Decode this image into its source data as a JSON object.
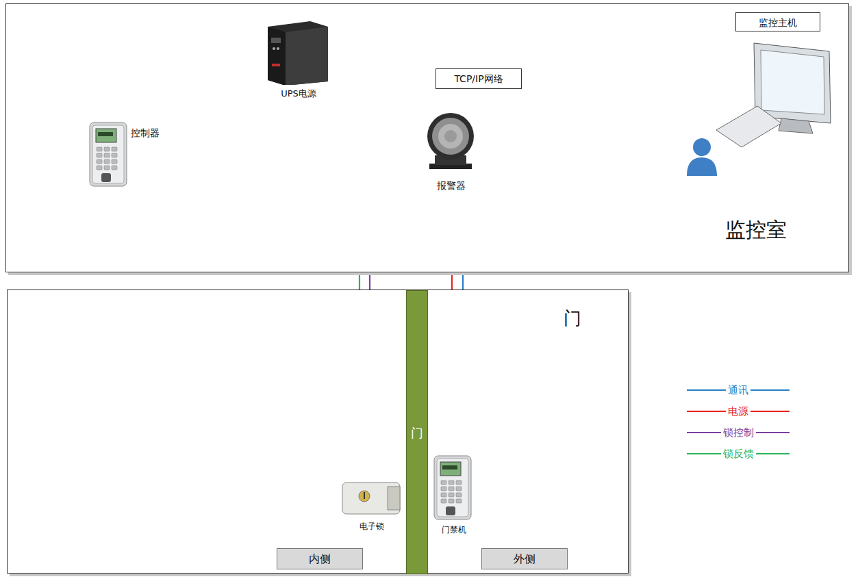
{
  "diagram": {
    "nodes": [
      {
        "text": [
          "监控室"
        ]
      },
      {
        "text": [
          "UPS电源"
        ],
        "in": 0
      },
      {
        "text": [
          "控制器"
        ],
        "in": 0
      },
      {
        "text": [
          "报警器"
        ],
        "in": 0
      },
      {
        "text": [
          "监控主机"
        ],
        "in": 0
      },
      {
        "text": [
          "门"
        ]
      },
      {
        "text": [
          "门"
        ],
        "in": 5
      },
      {
        "text": [
          "电子锁"
        ],
        "in": 5
      },
      {
        "text": [
          "门禁机"
        ],
        "in": 5
      },
      {
        "text": [
          "内侧"
        ],
        "in": 5
      },
      {
        "text": [
          "外侧"
        ],
        "in": 5
      }
    ],
    "edges": [
      {
        "from": 1,
        "to": 2,
        "arrow": "none"
      },
      {
        "from": 1,
        "to": 8,
        "arrow": "none"
      },
      {
        "from": 2,
        "to": 4,
        "label": "TCP/IP网络",
        "arrow": "none"
      },
      {
        "from": 2,
        "to": 3,
        "arrow": "none"
      },
      {
        "from": 2,
        "to": 7,
        "arrow": "none"
      },
      {
        "from": 2,
        "to": 7,
        "arrow": "none"
      },
      {
        "from": 2,
        "to": 8,
        "arrow": "none"
      }
    ],
    "legend": [
      {
        "text": "通讯",
        "color": "#2a7fc4"
      },
      {
        "text": "电源",
        "color": "#e8231f"
      },
      {
        "text": "锁控制",
        "color": "#7b3fa0"
      },
      {
        "text": "锁反馈",
        "color": "#2db35a"
      }
    ]
  }
}
